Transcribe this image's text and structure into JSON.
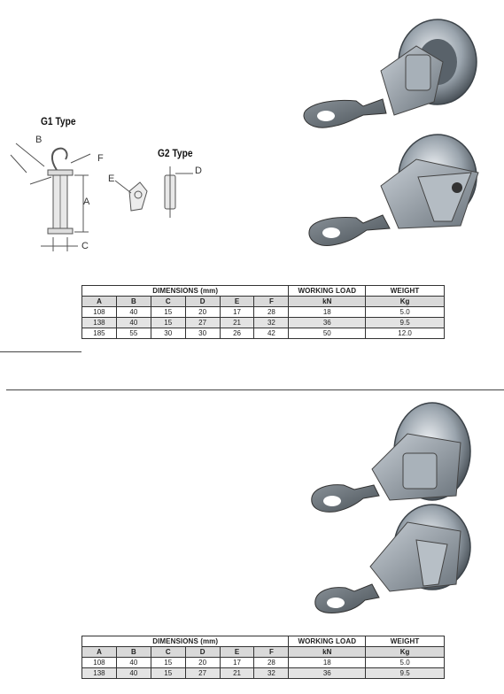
{
  "diagram": {
    "g1_title": "G1 Type",
    "g2_title": "G2 Type",
    "labels": {
      "a": "A",
      "b": "B",
      "c": "C",
      "d": "D",
      "e": "E",
      "f": "F"
    }
  },
  "table1": {
    "header": {
      "dimensions": "DIMENSIONS (mm)",
      "working_load": "WORKING LOAD",
      "weight": "WEIGHT"
    },
    "subheader": [
      "A",
      "B",
      "C",
      "D",
      "E",
      "F",
      "kN",
      "Kg"
    ],
    "rows": [
      [
        "108",
        "40",
        "15",
        "20",
        "17",
        "28",
        "18",
        "5.0"
      ],
      [
        "138",
        "40",
        "15",
        "27",
        "21",
        "32",
        "36",
        "9.5"
      ],
      [
        "185",
        "55",
        "30",
        "30",
        "26",
        "42",
        "50",
        "12.0"
      ]
    ]
  },
  "table2": {
    "header": {
      "dimensions": "DIMENSIONS (mm)",
      "working_load": "WORKING LOAD",
      "weight": "WEIGHT"
    },
    "subheader": [
      "A",
      "B",
      "C",
      "D",
      "E",
      "F",
      "kN",
      "Kg"
    ],
    "rows": [
      [
        "108",
        "40",
        "15",
        "20",
        "17",
        "28",
        "18",
        "5.0"
      ],
      [
        "138",
        "40",
        "15",
        "27",
        "21",
        "32",
        "36",
        "9.5"
      ]
    ]
  }
}
